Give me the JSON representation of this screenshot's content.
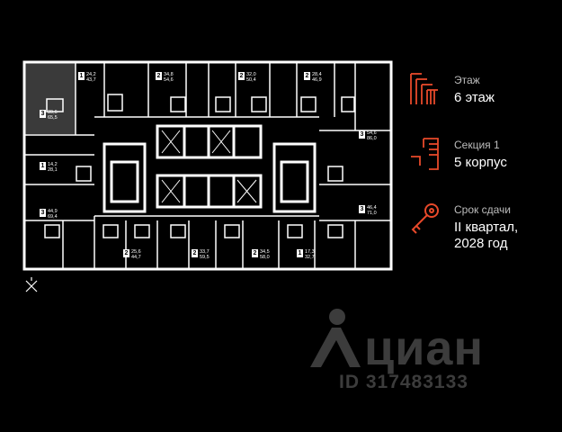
{
  "info": {
    "floor_label": "Этаж",
    "floor_value": "6 этаж",
    "section_label": "Секция 1",
    "section_value": "5 корпус",
    "deadline_label": "Срок сдачи",
    "deadline_value_line1": "II квартал,",
    "deadline_value_line2": "2028 год"
  },
  "apartments": [
    {
      "rooms": "3",
      "total": "39,6",
      "living": "65,5"
    },
    {
      "rooms": "1",
      "total": "24,2",
      "living": "43,7"
    },
    {
      "rooms": "2",
      "total": "34,8",
      "living": "54,6"
    },
    {
      "rooms": "2",
      "total": "32,0",
      "living": "50,4"
    },
    {
      "rooms": "2",
      "total": "28,4",
      "living": "46,9"
    },
    {
      "rooms": "1",
      "total": "14,2",
      "living": "28,1"
    },
    {
      "rooms": "3",
      "total": "54,6",
      "living": "86,0"
    },
    {
      "rooms": "3",
      "total": "44,9",
      "living": "69,4"
    },
    {
      "rooms": "3",
      "total": "46,4",
      "living": "71,0"
    },
    {
      "rooms": "2",
      "total": "25,6",
      "living": "44,7"
    },
    {
      "rooms": "2",
      "total": "33,7",
      "living": "59,5"
    },
    {
      "rooms": "2",
      "total": "34,5",
      "living": "58,0"
    },
    {
      "rooms": "1",
      "total": "17,3",
      "living": "32,7"
    }
  ],
  "watermark": {
    "brand": "циан",
    "id": "ID 317483133"
  },
  "colors": {
    "accent": "#e8492a",
    "walls": "#ffffff",
    "background": "#000000",
    "watermark": "#3c3c3c"
  },
  "icons": [
    "floor-icon",
    "section-icon",
    "key-icon",
    "compass-icon",
    "cian-logo-icon"
  ]
}
